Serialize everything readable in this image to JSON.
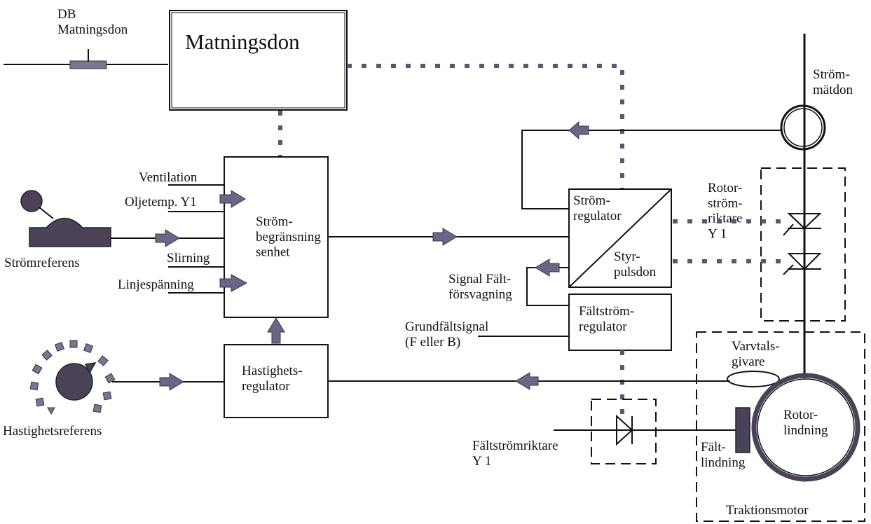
{
  "labels": {
    "db_supply": "DB\nMatningsdon",
    "supply_box": "Matningsdon",
    "current_meter": "Ström-\nmätdon",
    "ventilation": "Ventilation",
    "oil_temp": "Oljetemp. Y1",
    "slip": "Slirning",
    "line_voltage": "Linjespänning",
    "current_limit_box": "Ström-\nbegränsning\nsenhet",
    "current_reference": "Strömreferens",
    "current_regulator": "Ström-\nregulator",
    "pulse_controller": "Styr-\npulsdon",
    "rotor_rectifier": "Rotor-\nström-\nriktare\nY 1",
    "field_weakening": "Signal Fält-\nförsvagning",
    "field_current_regulator": "Fältström-\nregulator",
    "base_field_signal": "Grundfältsignal\n(F eller B)",
    "speed_regulator": "Hastighets-\nregulator",
    "speed_sensor": "Varvtals-\ngivare",
    "rotor_winding": "Rotor-\nlindning",
    "field_winding": "Fält-\nlindning",
    "speed_reference": "Hastighetsreferens",
    "field_rectifier": "Fältströmriktare\nY 1",
    "traction_motor": "Traktionsmotor"
  },
  "colors": {
    "arrow": "#6d6585",
    "dotted_link": "#5f5570",
    "dark_part": "#4a4358"
  }
}
